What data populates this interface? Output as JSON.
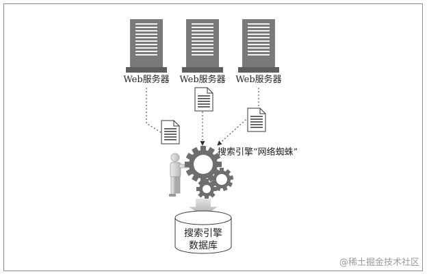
{
  "servers": [
    {
      "label": "Web服务器"
    },
    {
      "label": "Web服务器"
    },
    {
      "label": "Web服务器"
    }
  ],
  "spider": {
    "label": "搜索引擎“网络蜘蛛”"
  },
  "database": {
    "line1": "搜索引擎",
    "line2": "数据库"
  },
  "watermark": "@稀土掘金技术社区",
  "colors": {
    "server": "#7a7a7a",
    "gear": "#6e6e6e",
    "arrow": "#bfbfbf",
    "line": "#333333"
  }
}
